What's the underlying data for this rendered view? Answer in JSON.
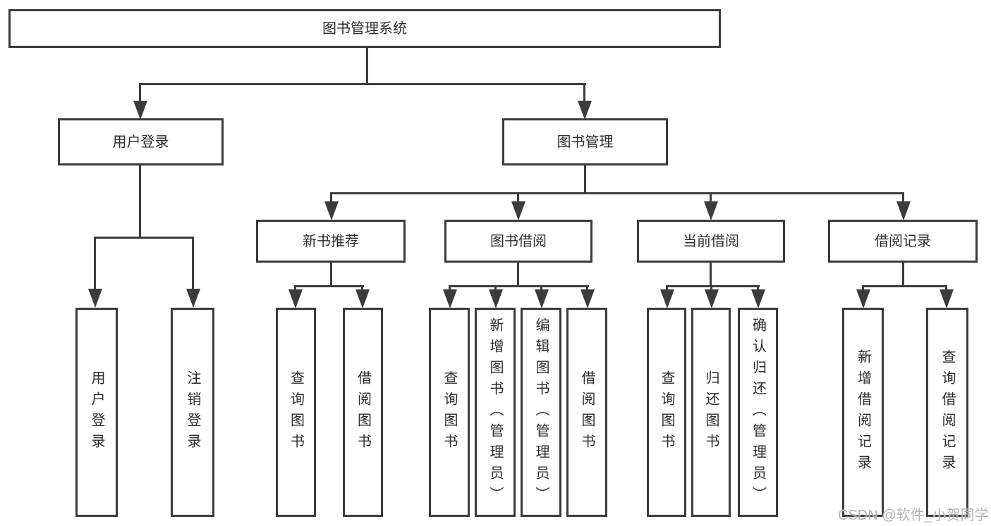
{
  "diagram": {
    "root": {
      "label": "图书管理系统"
    },
    "level2": [
      {
        "label": "用户登录"
      },
      {
        "label": "图书管理"
      }
    ],
    "level3": [
      {
        "label": "新书推荐"
      },
      {
        "label": "图书借阅"
      },
      {
        "label": "当前借阅"
      },
      {
        "label": "借阅记录"
      }
    ],
    "leaves": {
      "user_login": [
        "用户登录",
        "注销登录"
      ],
      "new_book_recommend": [
        "查询图书",
        "借阅图书"
      ],
      "book_borrow": [
        "查询图书",
        "新增图书（管理员）",
        "编辑图书（管理员）",
        "借阅图书"
      ],
      "current_borrow": [
        "查询图书",
        "归还图书",
        "确认归还（管理员）"
      ],
      "borrow_record": [
        "新增借阅记录",
        "查询借阅记录"
      ]
    },
    "watermark": "CSDN @软件_小贺同学",
    "colors": {
      "line": "#3b3b3b",
      "text": "#2d2d2d",
      "watermark": "#b2b2b2",
      "background": "#ffffff"
    }
  }
}
